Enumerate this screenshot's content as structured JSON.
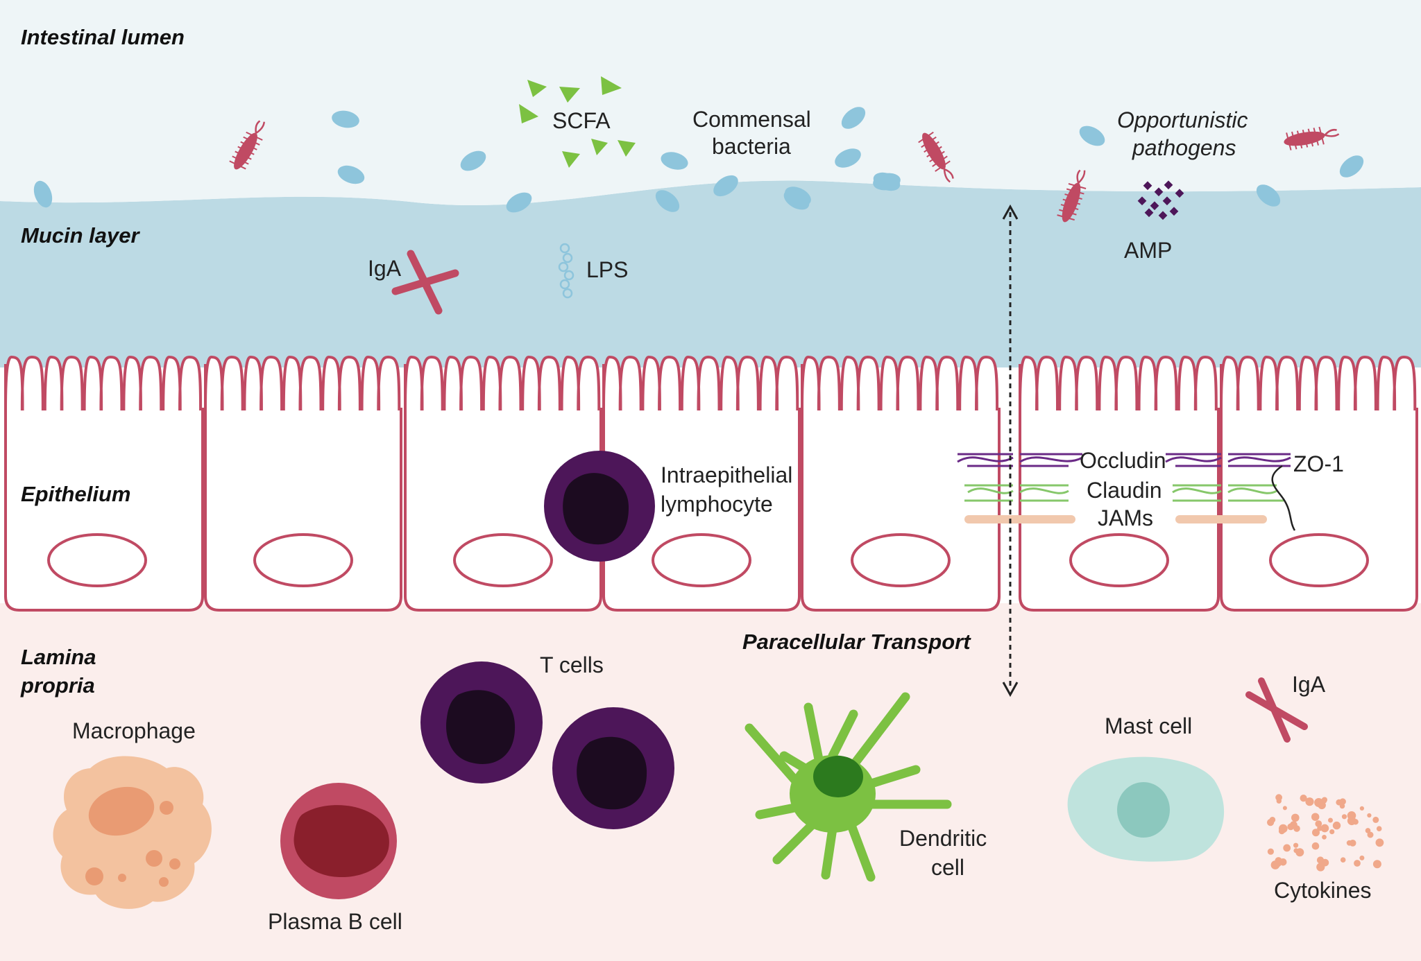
{
  "zones": {
    "intestinal_lumen": "Intestinal lumen",
    "mucin_layer": "Mucin layer",
    "epithelium": "Epithelium",
    "lamina_propria_line1": "Lamina",
    "lamina_propria_line2": "propria"
  },
  "labels": {
    "scfa": "SCFA",
    "commensal_line1": "Commensal",
    "commensal_line2": "bacteria",
    "opportunistic_line1": "Opportunistic",
    "opportunistic_line2": "pathogens",
    "amp": "AMP",
    "iga_mucin": "IgA",
    "lps": "LPS",
    "iel_line1": "Intraepithelial",
    "iel_line2": "lymphocyte",
    "occludin": "Occludin",
    "claudin": "Claudin",
    "jams": "JAMs",
    "zo1": "ZO-1",
    "paracellular": "Paracellular Transport",
    "t_cells": "T cells",
    "macrophage": "Macrophage",
    "plasma_b": "Plasma B cell",
    "dendritic_line1": "Dendritic",
    "dendritic_line2": "cell",
    "mast_cell": "Mast cell",
    "iga_lamina": "IgA",
    "cytokines": "Cytokines"
  },
  "colors": {
    "lumen": "#eef5f7",
    "mucin": "#bcdae4",
    "epithelium_outline": "#c04a63",
    "lamina": "#fbeeec",
    "bacteria_blue": "#8ec5dc",
    "pathogen_red": "#c04a63",
    "scfa_green": "#7cc142",
    "lymphocyte_purple": "#4d1659",
    "lymphocyte_core": "#1c0b20",
    "macrophage": "#f3c29f",
    "plasma": "#c04a63",
    "dendritic": "#7cc142",
    "mast": "#bfe3dd",
    "cytokine": "#f0a88a",
    "occludin": "#6a2a86",
    "claudin": "#86c76a",
    "jams": "#f1c8ad"
  }
}
